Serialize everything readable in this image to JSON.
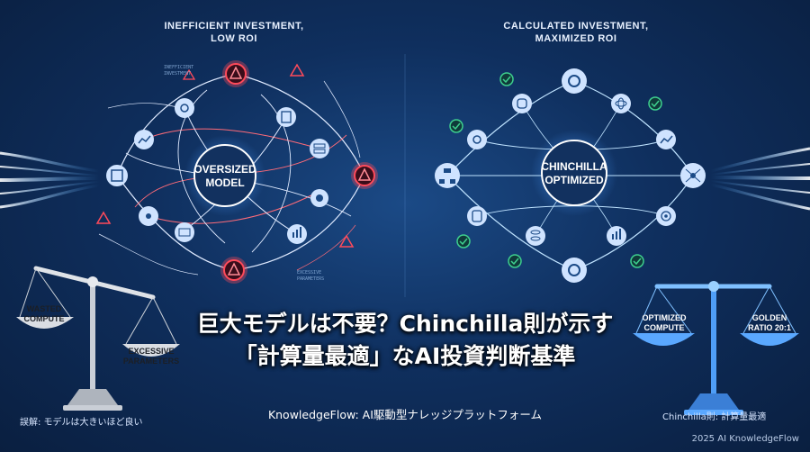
{
  "left_panel": {
    "heading": "INEFFICIENT INVESTMENT,\nLOW ROI",
    "center_label": "OVERSIZED\nMODEL",
    "small_text_1": "INEFFICIENT\nINVESTMENT",
    "small_text_2": "EXCESSIVE\nPARAMETERS",
    "accent": "#ff4a5a"
  },
  "right_panel": {
    "heading": "CALCULATED INVESTMENT,\nMAXIMIZED ROI",
    "center_label": "CHINCHILLA\nOPTIMIZED",
    "accent": "#3ecf8e"
  },
  "title": {
    "line1": "巨大モデルは不要？Chinchilla則が示す",
    "line2": "「計算量最適」なAI投資判断基準"
  },
  "left_scale": {
    "pan_left": "WASTED\nCOMPUTE",
    "pan_right": "EXCESSIVE\nPARAMETERS",
    "caption": "誤解: モデルは大きいほど良い"
  },
  "right_scale": {
    "pan_left": "OPTIMIZED\nCOMPUTE",
    "pan_right": "GOLDEN\nRATIO 20:1",
    "caption": "Chinchilla則: 計算量最適"
  },
  "subtitle": "KnowledgeFlow: AI駆動型ナレッジプラットフォーム",
  "footer": "2025 AI KnowledgeFlow",
  "colors": {
    "background": "#0f2f5e",
    "glow": "#6fb8ff"
  }
}
